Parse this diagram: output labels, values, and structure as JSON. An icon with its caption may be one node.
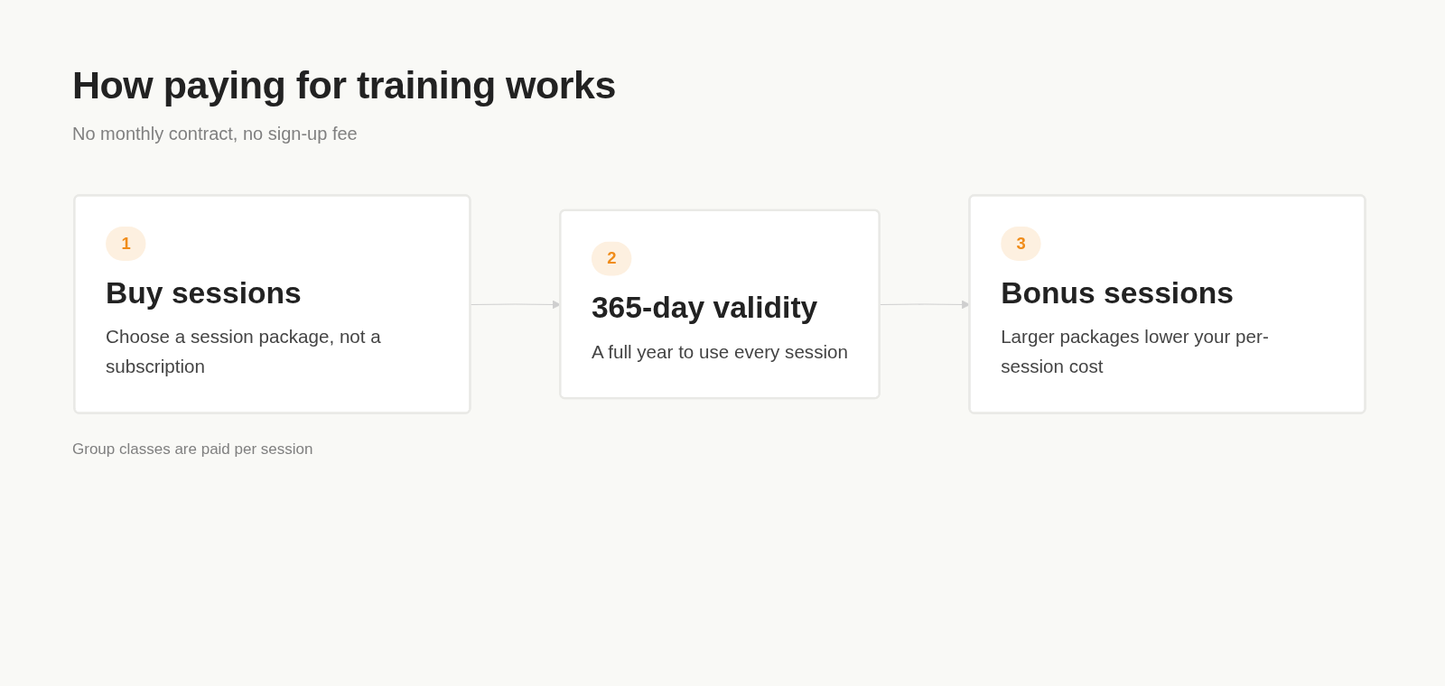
{
  "diagram": {
    "title": "How paying for training works",
    "nodes": [
      {
        "text": [
          "1",
          "Buy sessions",
          "Choose a session package, not a subscription"
        ]
      },
      {
        "text": [
          "2",
          "365-day validity",
          "A full year to use every session"
        ]
      },
      {
        "text": [
          "3",
          "Bonus sessions",
          "Larger packages lower your per-session cost"
        ]
      }
    ],
    "edges": [
      {
        "from": 0,
        "to": 1,
        "arrow": "to"
      },
      {
        "from": 1,
        "to": 2,
        "arrow": "to"
      }
    ],
    "labels": [
      "No monthly contract, no sign-up fee",
      "Group classes are paid per session"
    ]
  }
}
